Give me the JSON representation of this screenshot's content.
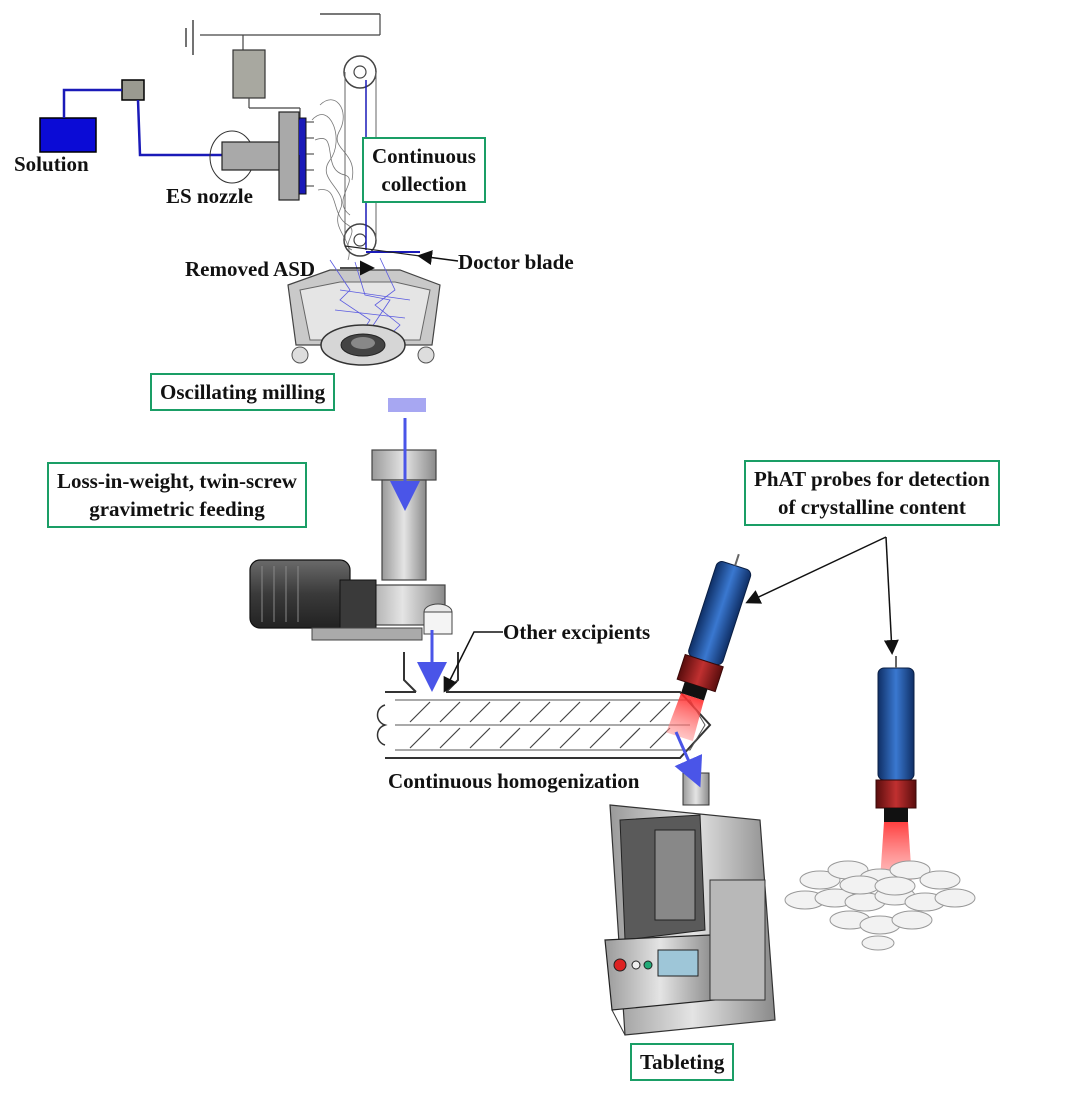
{
  "labels": {
    "solution": "Solution",
    "es_nozzle": "ES nozzle",
    "continuous_collection": [
      "Continuous",
      "collection"
    ],
    "removed_asd": "Removed ASD",
    "doctor_blade": "Doctor blade",
    "oscillating_milling": "Oscillating milling",
    "feeding": [
      "Loss-in-weight, twin-screw",
      "gravimetric feeding"
    ],
    "phat_probes": [
      "PhAT probes for detection",
      "of crystalline content"
    ],
    "other_excipients": "Other excipients",
    "homogenization": "Continuous homogenization",
    "tableting": "Tableting"
  },
  "colors": {
    "accent_box": "#1a9e66",
    "flow_arrow": "#4a55e8",
    "solution_fill": "#0b0bd6",
    "probe_blue": "#1f4f9c",
    "probe_red": "#a0201e",
    "laser": "#ff5a5a"
  }
}
